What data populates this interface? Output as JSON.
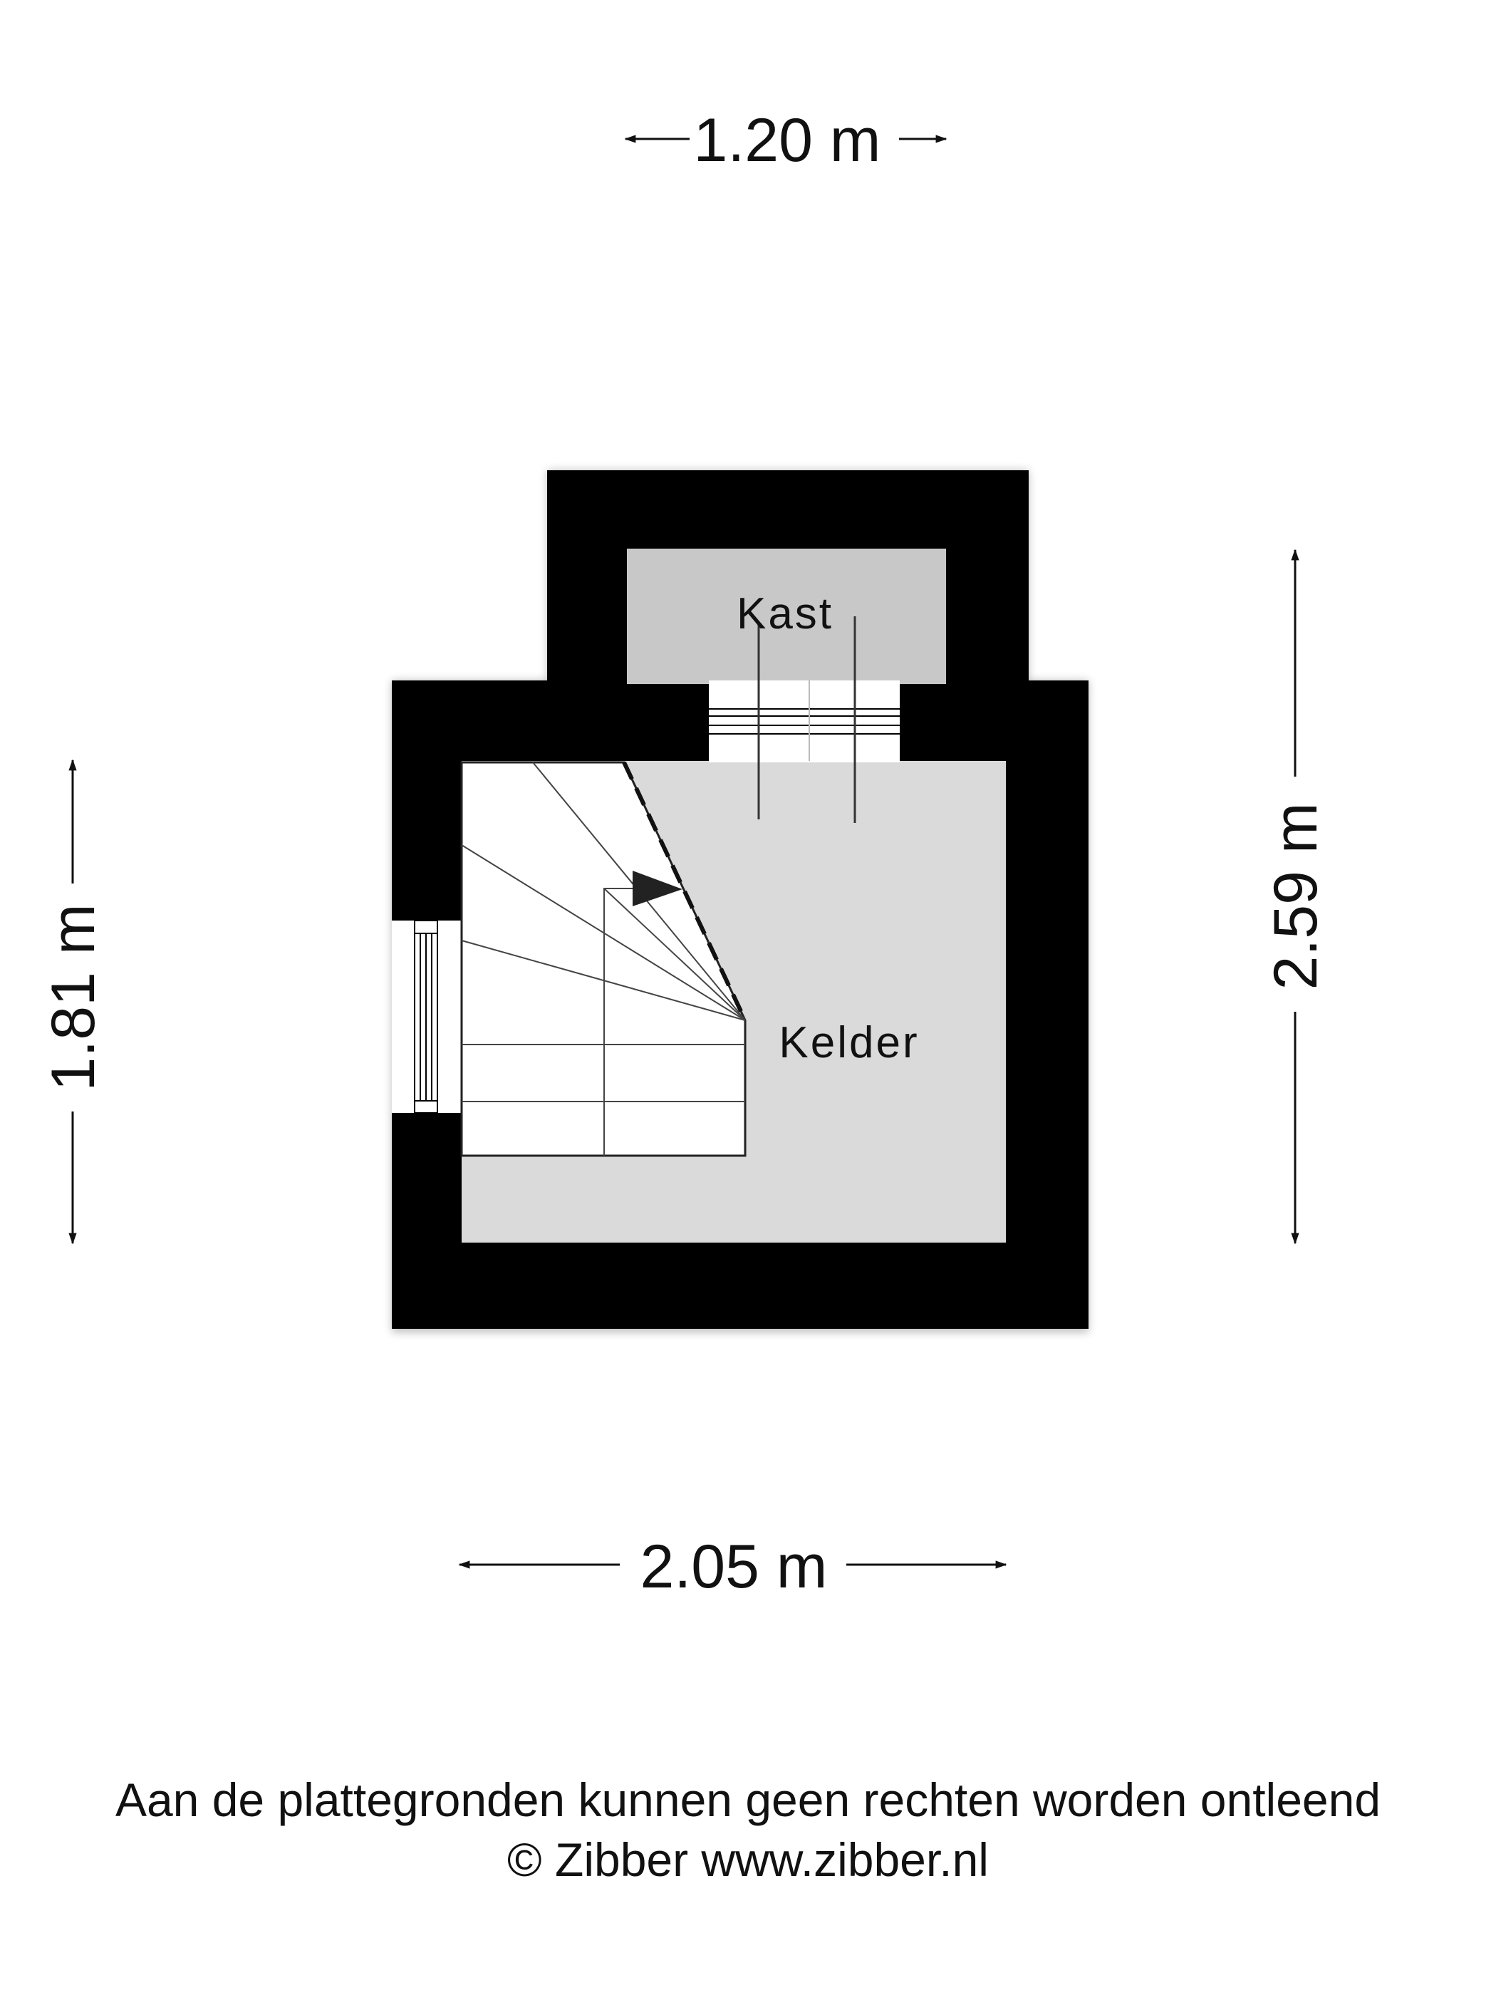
{
  "dimensions": {
    "top_width": "1.20 m",
    "bottom_width": "2.05 m",
    "left_height": "1.81 m",
    "right_height": "2.59 m"
  },
  "rooms": {
    "closet": "Kast",
    "basement": "Kelder"
  },
  "footer": {
    "disclaimer": "Aan de plattegronden kunnen geen rechten worden ontleend",
    "copyright": "© Zibber www.zibber.nl"
  },
  "colors": {
    "wall": "#000000",
    "basement_floor": "#dadada",
    "closet_floor": "#c8c8c8",
    "stairs": "#ffffff"
  }
}
